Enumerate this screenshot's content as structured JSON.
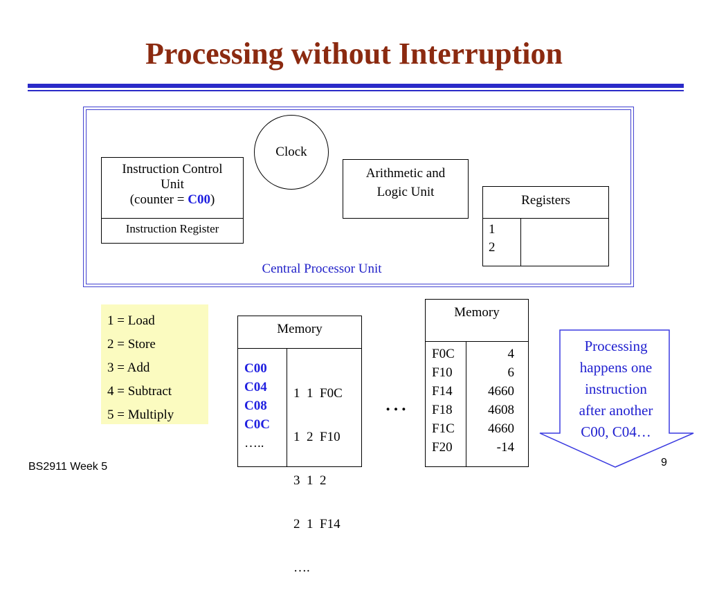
{
  "slide": {
    "title": "Processing without Interruption",
    "footer_left": "BS2911 Week 5",
    "page_number": "9",
    "accent_color": "#2A2AC8",
    "title_color": "#8B2A10"
  },
  "cpu": {
    "label": "Central Processor Unit",
    "clock_label": "Clock",
    "icu": {
      "line1": "Instruction Control",
      "line2": "Unit",
      "counter_prefix": "(counter = ",
      "counter_value": "C00",
      "counter_suffix": ")",
      "register_label": "Instruction Register"
    },
    "alu": {
      "line1": "Arithmetic and",
      "line2": "Logic Unit"
    },
    "registers": {
      "header": "Registers",
      "rows": [
        "1",
        "2"
      ]
    }
  },
  "opcodes": [
    "1 = Load",
    "2 = Store",
    "3 = Add",
    "4 = Subtract",
    "5 = Multiply"
  ],
  "memory1": {
    "header": "Memory",
    "addresses": [
      "C00",
      "C04",
      "C08",
      "C0C",
      "….."
    ],
    "contents": [
      "1  1  F0C",
      "1  2  F10",
      "3  1  2",
      "2  1  F14",
      "…."
    ]
  },
  "ellipsis": "…",
  "memory2": {
    "header": "Memory",
    "addresses": [
      "F0C",
      "F10",
      "F14",
      "F18",
      "F1C",
      "F20"
    ],
    "values": [
      "4",
      "6",
      "4660",
      "4608",
      "4660",
      "-14"
    ]
  },
  "callout": {
    "lines": [
      "Processing",
      "happens one",
      "instruction",
      "after another",
      "C00, C04…"
    ]
  }
}
